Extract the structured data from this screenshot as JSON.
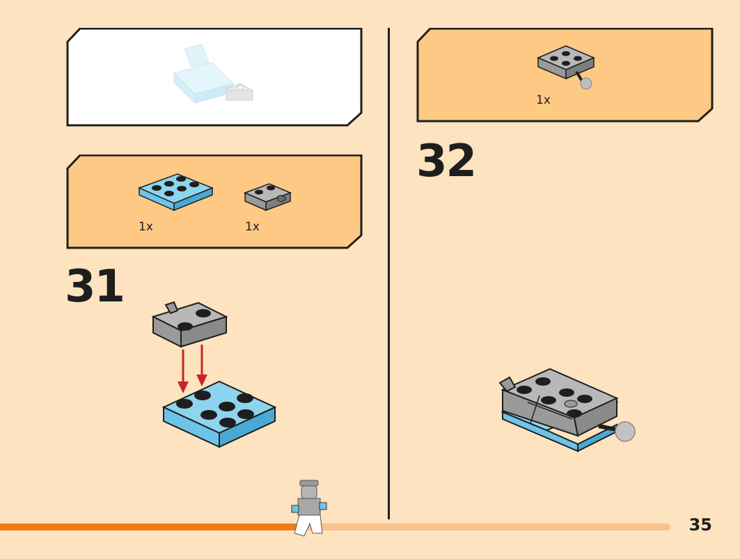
{
  "page": {
    "number": "35"
  },
  "progress": {
    "fraction": 0.45
  },
  "steps": [
    {
      "number": "31",
      "parts": [
        {
          "name": "blue-plate-2x3-icon",
          "qty": "1x"
        },
        {
          "name": "gray-clip-plate-2x2-icon",
          "qty": "1x"
        }
      ]
    },
    {
      "number": "32",
      "parts": [
        {
          "name": "gray-towball-plate-2x2-icon",
          "qty": "1x"
        }
      ]
    }
  ],
  "colors": {
    "background": "#fde3bf",
    "callout": "#fec984",
    "progress_fill": "#f07c12",
    "progress_track": "#f9c18c",
    "brick_blue": "#6ec4e8",
    "brick_gray": "#a0a0a0",
    "arrow_red": "#c8242b"
  }
}
